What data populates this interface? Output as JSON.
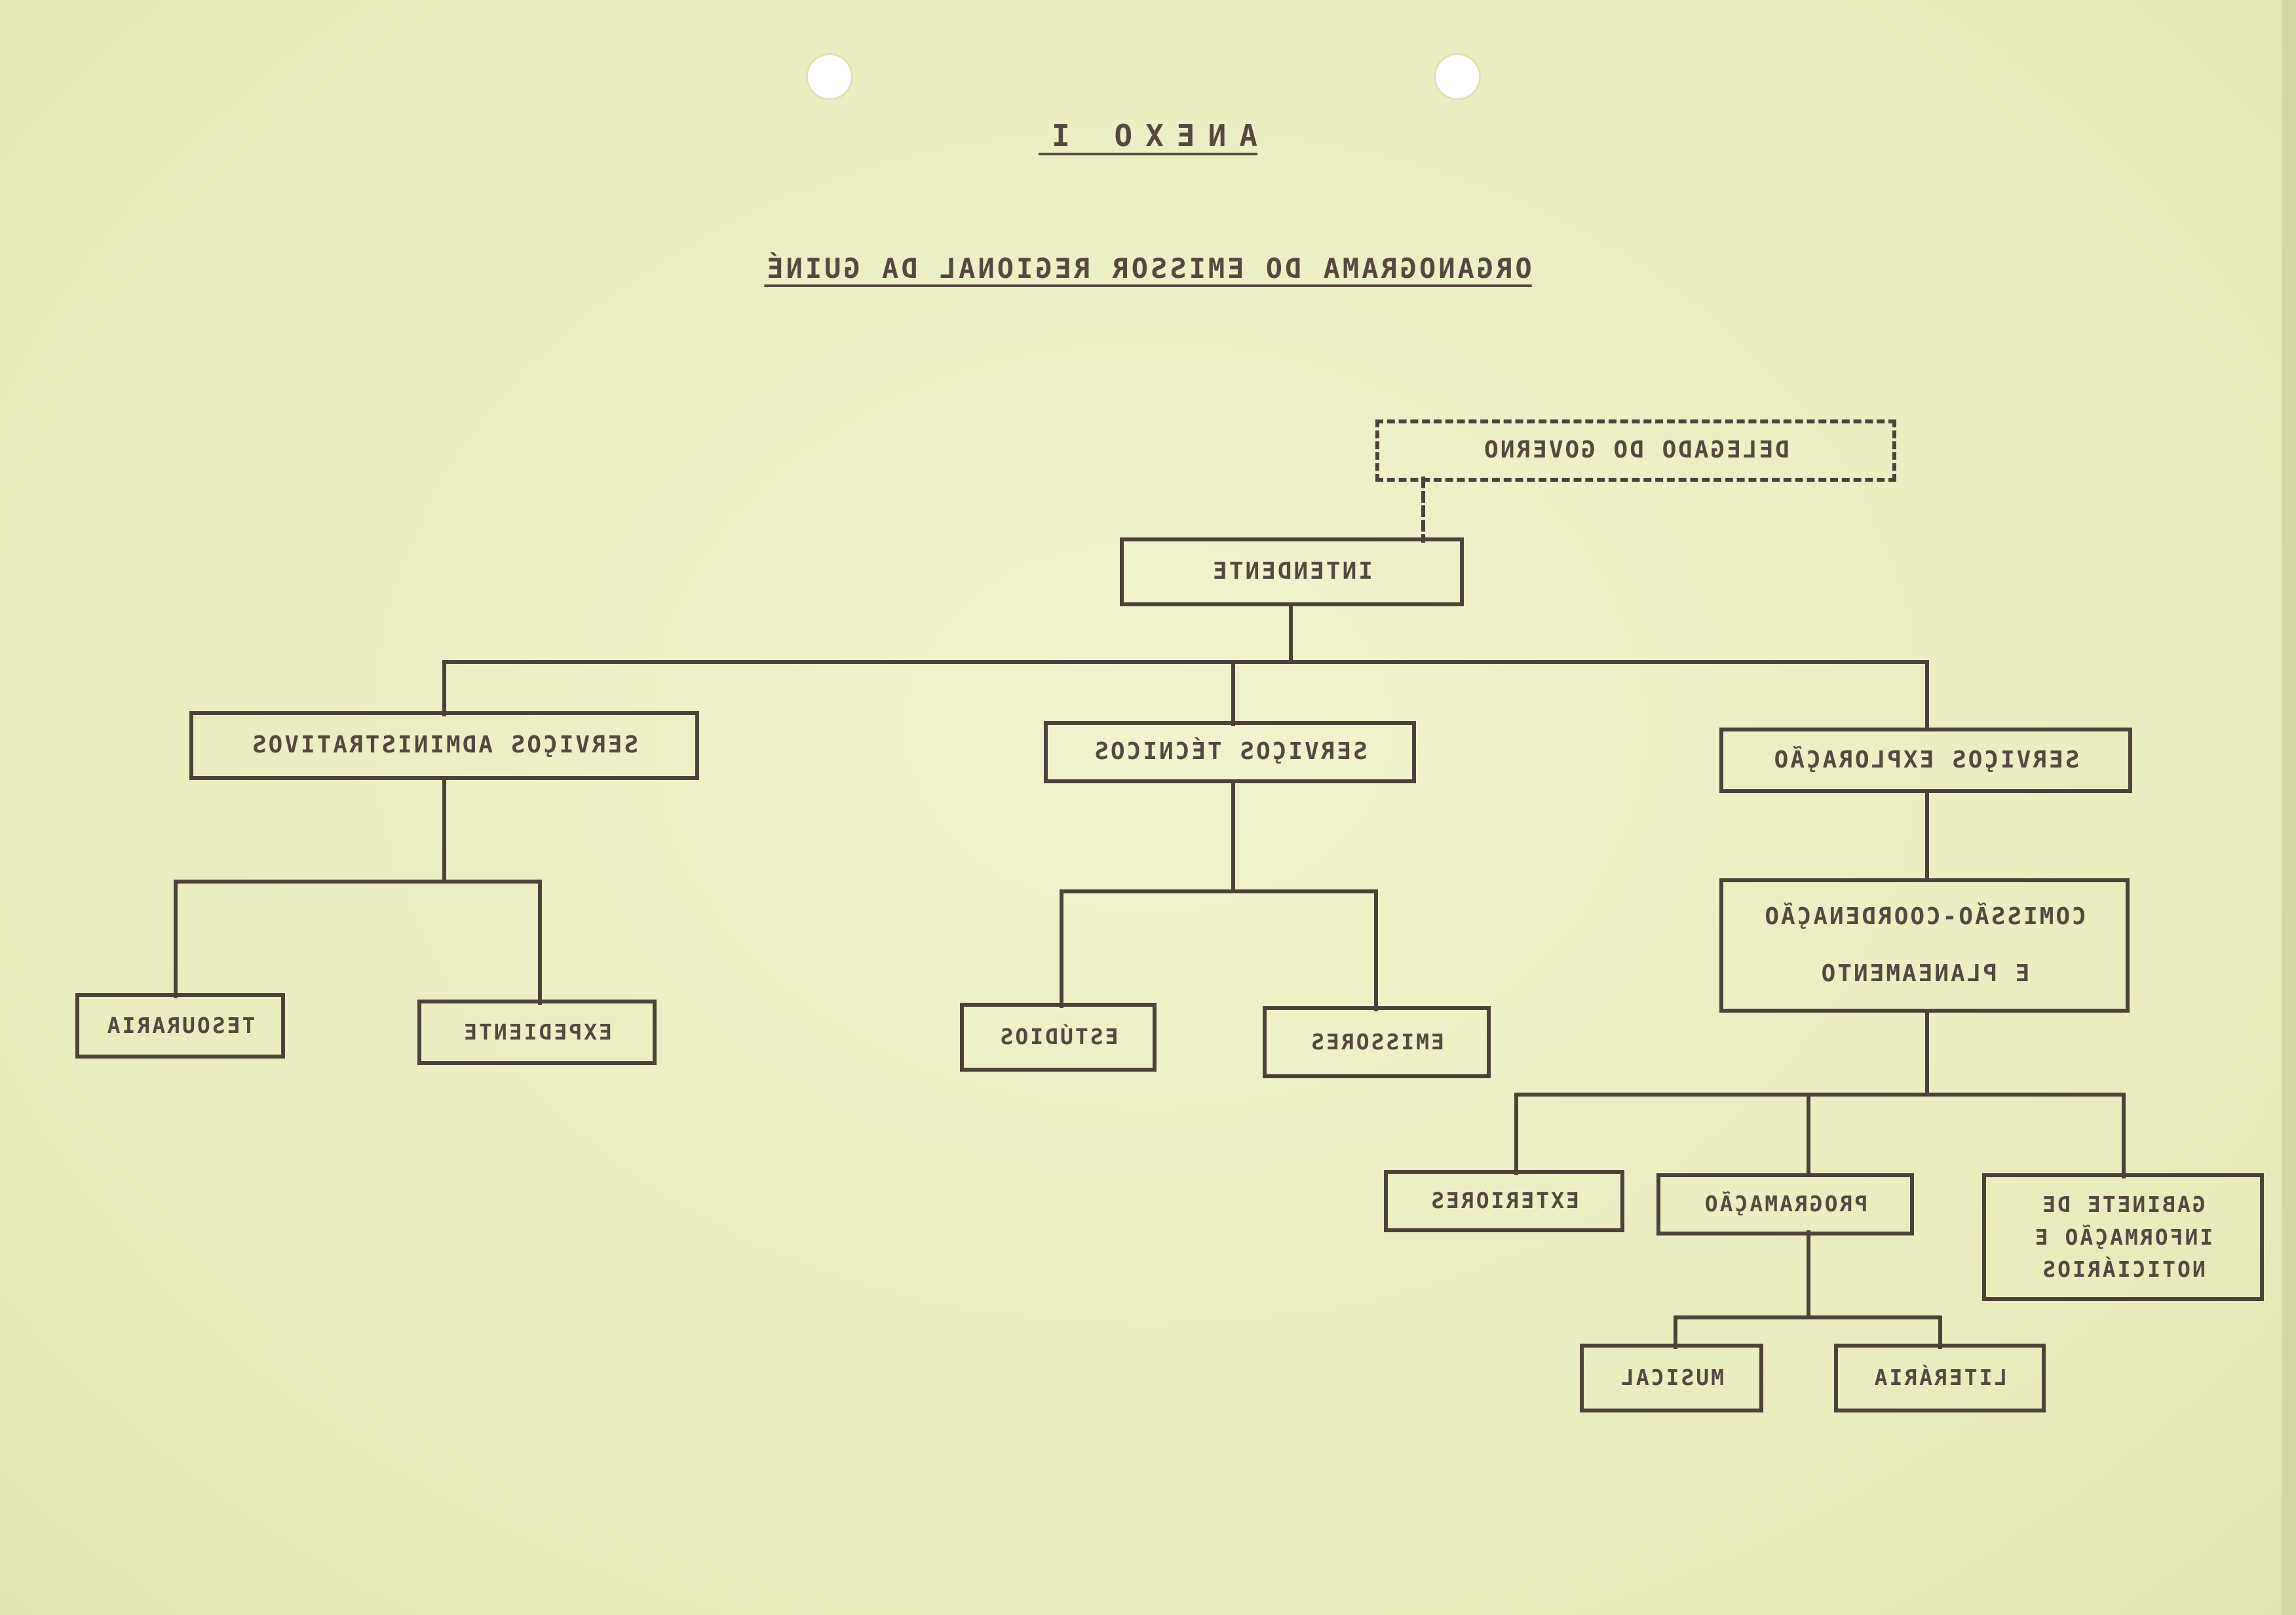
{
  "document": {
    "annex_label": "ANEXO I",
    "title": "ORGANOGRAMA DO EMISSOR REGIONAL DA GUINÉ"
  },
  "orgchart": {
    "delegate": "DELEGADO DO GOVERNO",
    "director": "INTENDENTE",
    "admin_services": {
      "label": "SERVIÇOS ADMINISTRATIVOS",
      "units": [
        "TESOURARIA",
        "EXPEDIENTE"
      ]
    },
    "technical_services": {
      "label": "SERVIÇOS TÉCNICOS",
      "units": [
        "ESTÚDIOS",
        "EMISSORES"
      ]
    },
    "operations_services": {
      "label": "SERVIÇOS EXPLORAÇÃO",
      "committee": [
        "COMISSÃO-COORDENAÇÃO",
        "E PLANEAMENTO"
      ],
      "units": {
        "exteriors": "EXTERIORES",
        "programming": "PROGRAMAÇÃO",
        "news_office": [
          "GABINETE DE",
          "INFORMAÇÃO E",
          "NOTICIÁRIOS"
        ]
      },
      "programming_units": [
        "MUSICAL",
        "LITERÁRIA"
      ]
    }
  }
}
